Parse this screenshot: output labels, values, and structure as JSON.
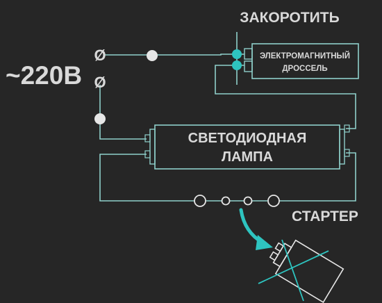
{
  "labels": {
    "voltage": "~220В",
    "short_circuit": "ЗАКОРОТИТЬ",
    "choke_line1": "ЭЛЕКТРОМАГНИТНЫЙ",
    "choke_line2": "ДРОССЕЛЬ",
    "lamp_line1": "СВЕТОДИОДНАЯ",
    "lamp_line2": "ЛАМПА",
    "starter": "СТАРТЕР",
    "terminal_symbol": "Ø"
  },
  "colors": {
    "background": "#262626",
    "wire": "#8fd0cb",
    "text": "#d9d9d9",
    "accent": "#2ec4c0",
    "node": "#e6e6e6"
  },
  "icons": {
    "arrow": "curved-arrow-icon",
    "starter": "crossed-out-starter-icon"
  }
}
